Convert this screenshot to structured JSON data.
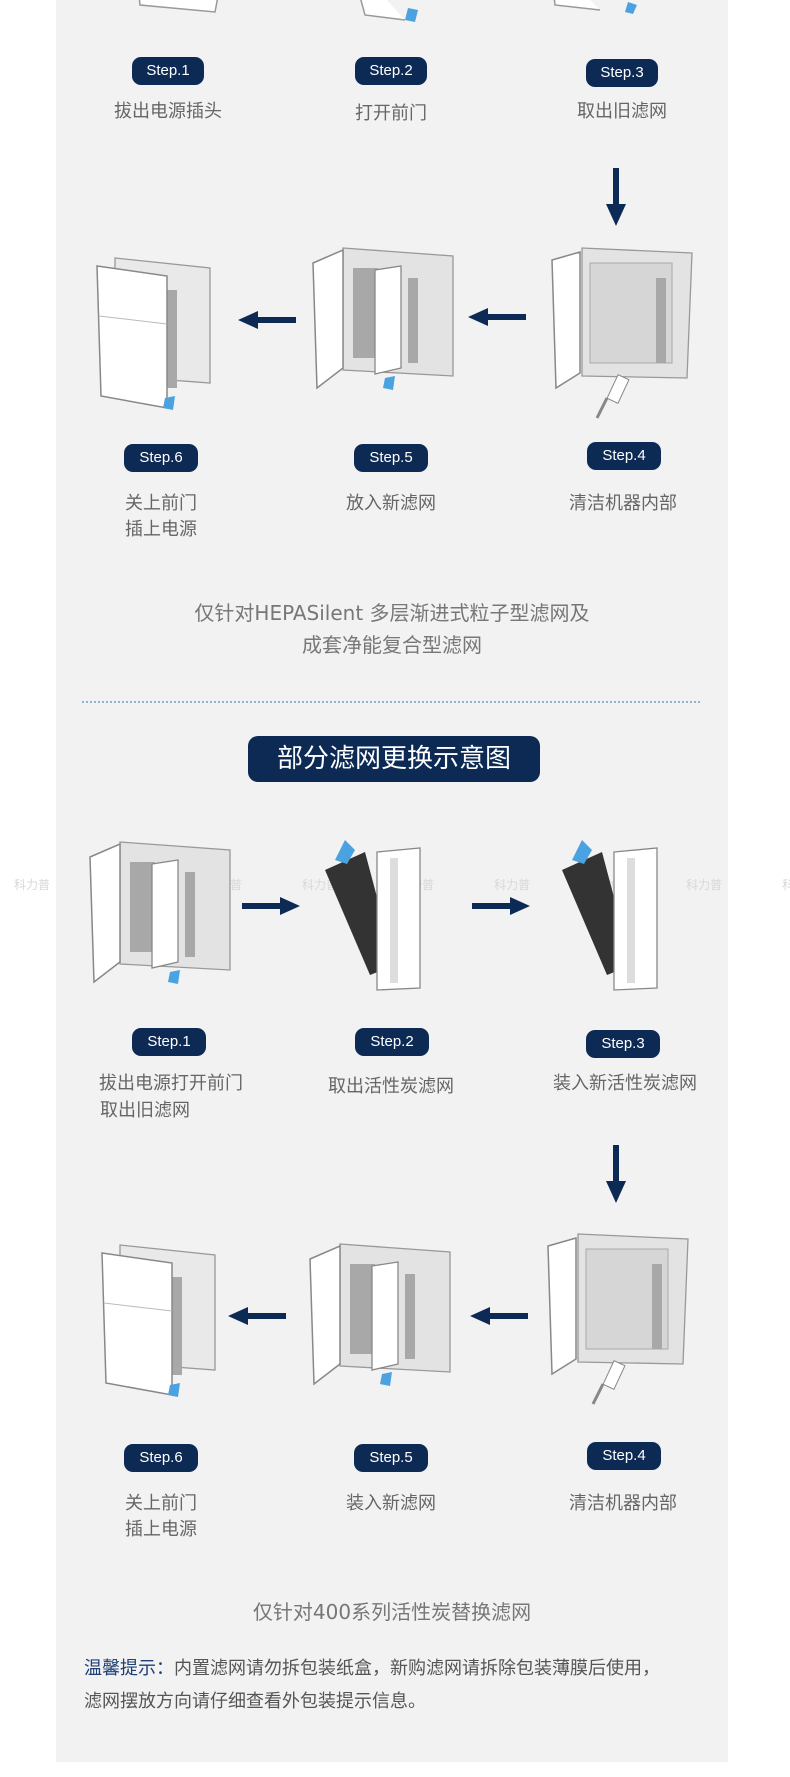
{
  "section1": {
    "steps": [
      {
        "badge": "Step.1",
        "label": "拔出电源插头"
      },
      {
        "badge": "Step.2",
        "label": "打开前门"
      },
      {
        "badge": "Step.3",
        "label": "取出旧滤网"
      },
      {
        "badge": "Step.4",
        "label": "清洁机器内部"
      },
      {
        "badge": "Step.5",
        "label": "放入新滤网"
      },
      {
        "badge": "Step.6",
        "label_line1": "关上前门",
        "label_line2": "插上电源"
      }
    ],
    "note_line1": "仅针对HEPASilent 多层渐进式粒子型滤网及",
    "note_line2": "成套净能复合型滤网"
  },
  "section2": {
    "title": "部分滤网更换示意图",
    "steps": [
      {
        "badge": "Step.1",
        "label_line1": "拔出电源打开前门",
        "label_line2": "取出旧滤网"
      },
      {
        "badge": "Step.2",
        "label": "取出活性炭滤网"
      },
      {
        "badge": "Step.3",
        "label": "装入新活性炭滤网"
      },
      {
        "badge": "Step.4",
        "label": "清洁机器内部"
      },
      {
        "badge": "Step.5",
        "label": "装入新滤网"
      },
      {
        "badge": "Step.6",
        "label_line1": "关上前门",
        "label_line2": "插上电源"
      }
    ],
    "note": "仅针对400系列活性炭替换滤网"
  },
  "tip": {
    "prefix": "温馨提示：",
    "line1": "内置滤网请勿拆包装纸盒，新购滤网请拆除包装薄膜后使用，",
    "line2": "滤网摆放方向请仔细查看外包装提示信息。"
  },
  "watermark": "科力普",
  "colors": {
    "navy": "#0d2a55",
    "arrow_blue": "#4aa3e0",
    "panel": "#f2f2f2"
  }
}
